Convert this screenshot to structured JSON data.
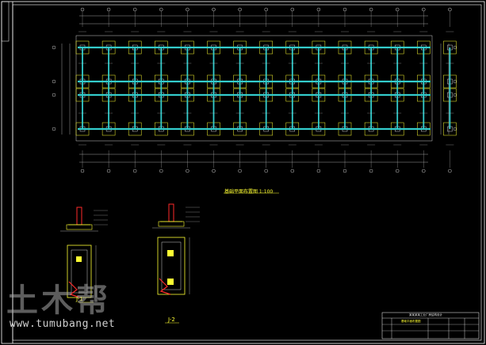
{
  "drawing": {
    "plan_title": "基础平面布置图 1:100",
    "detail_1_label": "J-1",
    "detail_2_label": "J-2",
    "title_block_header": "某某某某工业厂房结构设计",
    "title_block_sheet": "基础平面布置图"
  },
  "watermark": {
    "logo_text": "土木帮",
    "url": "www.tumubang.net"
  },
  "colors": {
    "background": "#000000",
    "frame": "#ffffff",
    "beam": "#33cccc",
    "footing": "#ffff33",
    "dimension": "#c8c8c8",
    "rebar": "#ff2a2a"
  }
}
